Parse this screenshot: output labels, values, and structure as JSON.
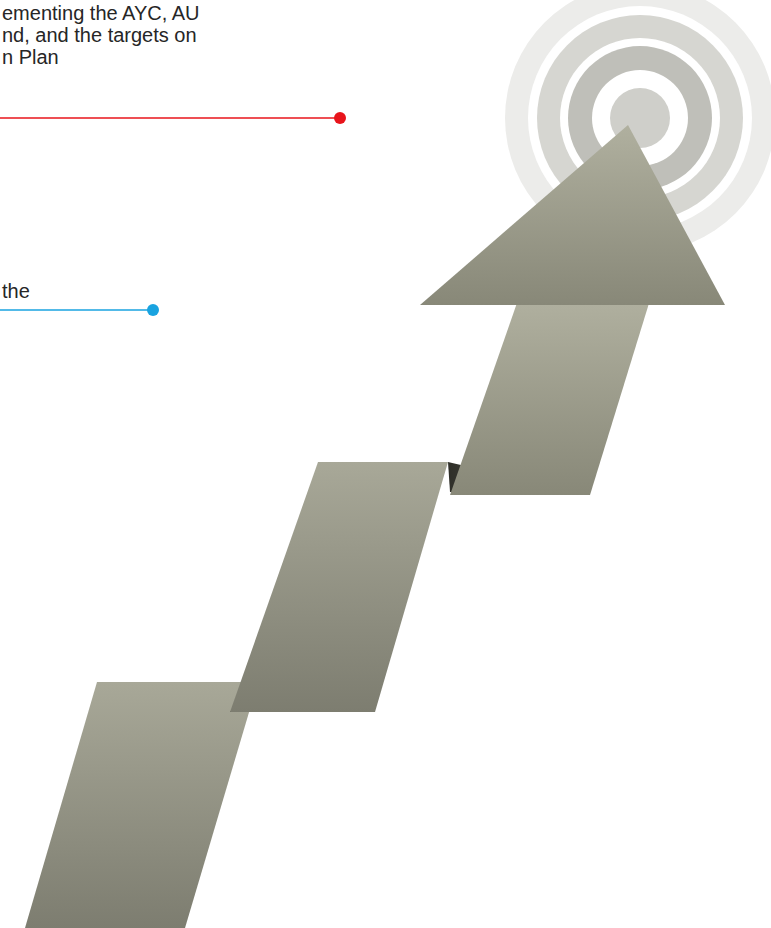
{
  "diagram": {
    "labels": [
      "ementing the AYC, AU",
      "nd, and the targets on",
      "n Plan",
      "the"
    ]
  }
}
